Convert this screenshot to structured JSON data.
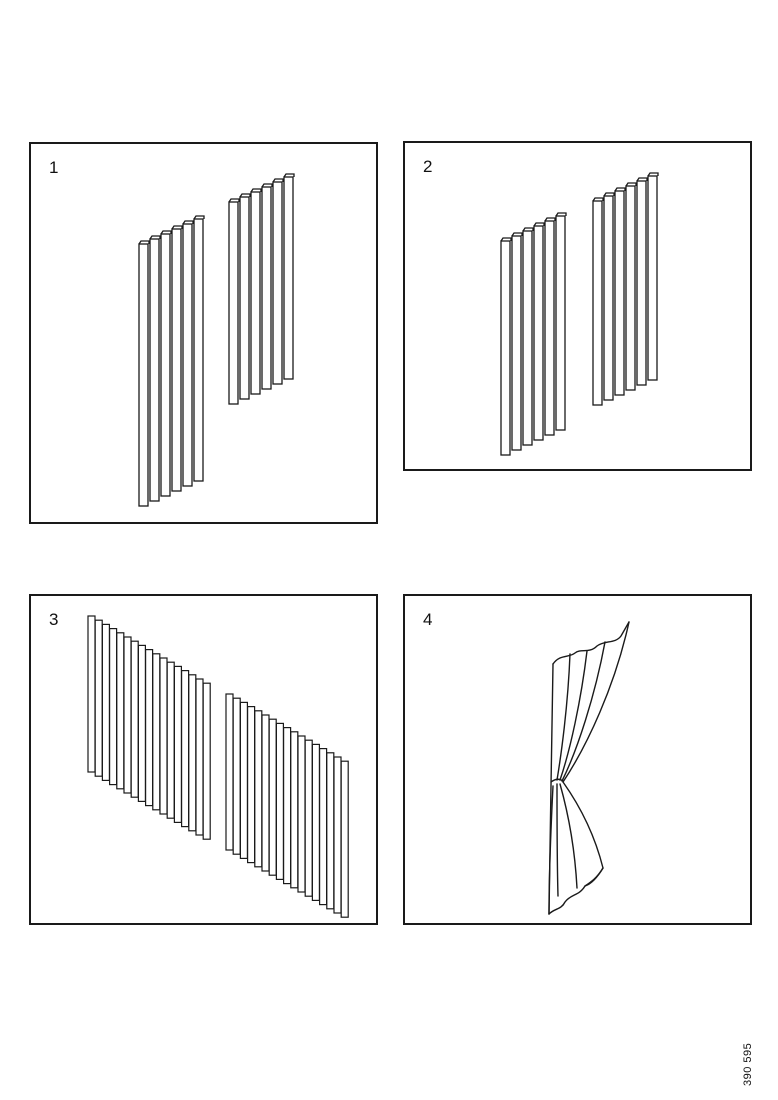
{
  "panels": [
    {
      "id": "1",
      "label": "1",
      "illustration": "vertical-blinds-long-panels"
    },
    {
      "id": "2",
      "label": "2",
      "illustration": "vertical-blinds-short-panels"
    },
    {
      "id": "3",
      "label": "3",
      "illustration": "vertical-blinds-many-slats"
    },
    {
      "id": "4",
      "label": "4",
      "illustration": "tied-curtain"
    }
  ],
  "reference_code": "390 595",
  "colors": {
    "line": "#1a1a1a",
    "background": "#ffffff"
  }
}
